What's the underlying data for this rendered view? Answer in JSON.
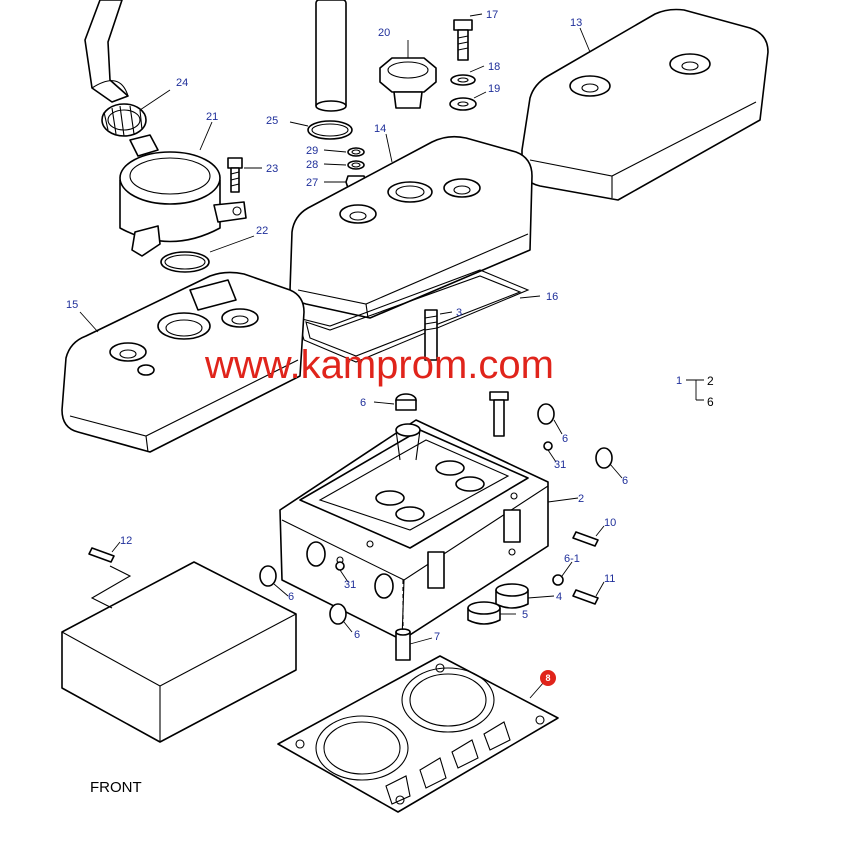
{
  "watermark": "www.kamprom.com",
  "front_label": "FRONT",
  "legend": {
    "main": "1",
    "items": [
      "2",
      "6"
    ]
  },
  "highlighted_part": "8",
  "callouts": {
    "c17": "17",
    "c20": "20",
    "c13": "13",
    "c18": "18",
    "c19": "19",
    "c24": "24",
    "c21": "21",
    "c25": "25",
    "c14": "14",
    "c29": "29",
    "c28": "28",
    "c27": "27",
    "c23": "23",
    "c22": "22",
    "c16": "16",
    "c15": "15",
    "c3": "3",
    "c6a": "6",
    "c6b": "6",
    "c31a": "31",
    "c6c": "6",
    "c2": "2",
    "c10": "10",
    "c12": "12",
    "c6-1": "6-1",
    "c11": "11",
    "c31b": "31",
    "c4": "4",
    "c6d": "6",
    "c5": "5",
    "c6e": "6",
    "c7": "7"
  },
  "colors": {
    "callout": "#1f2f9a",
    "watermark": "#e0241b",
    "highlight_badge": "#e0241b"
  }
}
